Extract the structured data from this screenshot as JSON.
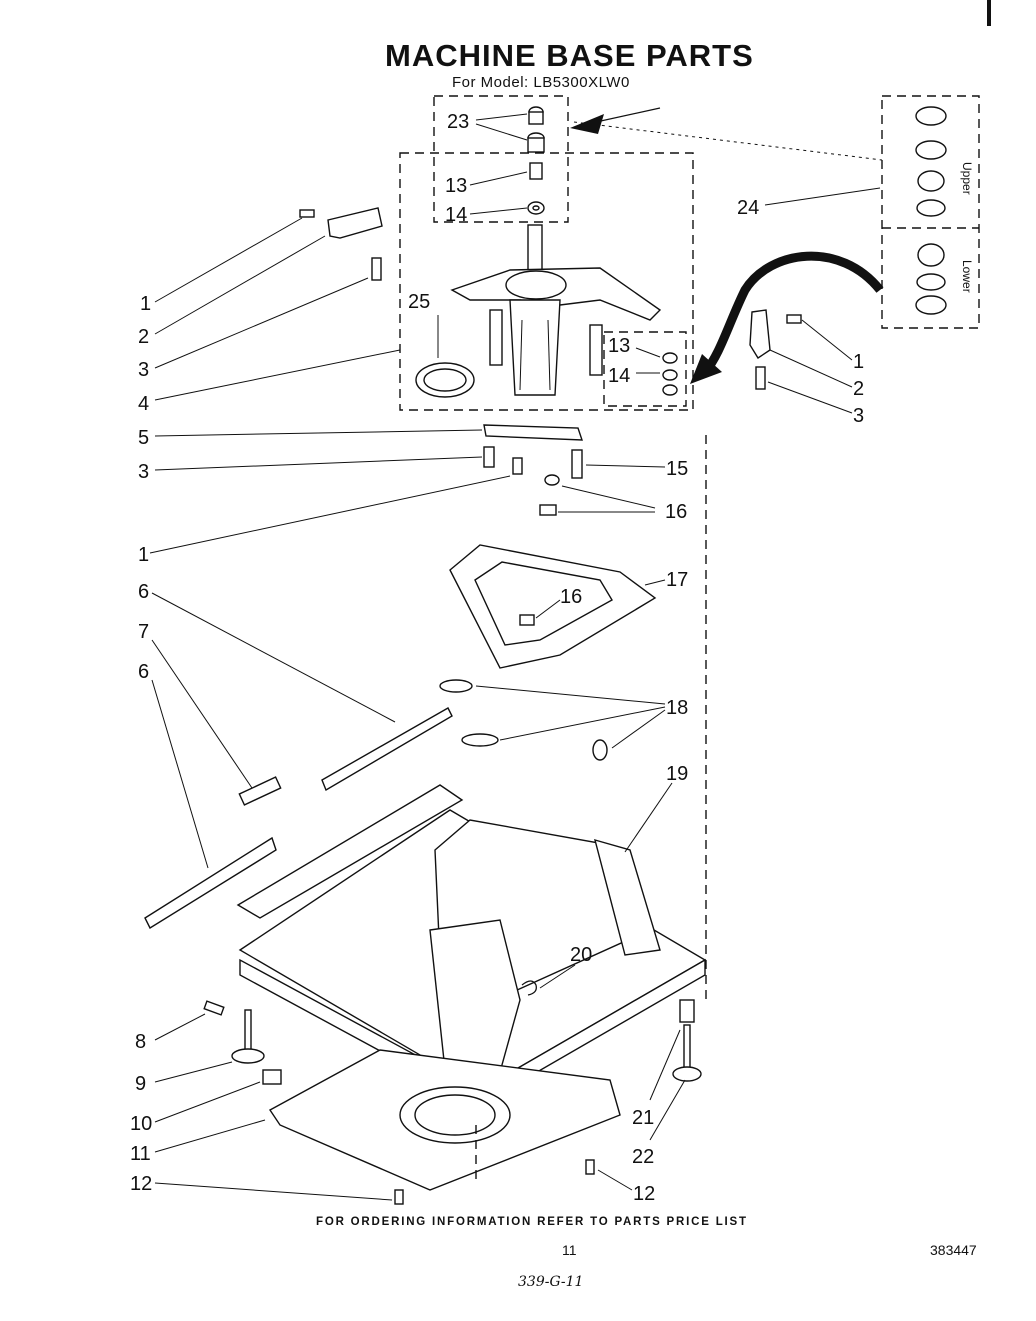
{
  "header": {
    "title": "MACHINE BASE PARTS",
    "subtitle": "For Model: LB5300XLW0"
  },
  "footer": {
    "ordering_note": "FOR ORDERING INFORMATION REFER TO PARTS PRICE LIST",
    "page_number": "11",
    "document_number": "383447",
    "handwritten_code": "339-G-11"
  },
  "bearing_kit": {
    "upper_label": "Upper",
    "lower_label": "Lower"
  },
  "callouts": [
    "23",
    "13",
    "14",
    "24",
    "1",
    "2",
    "3",
    "25",
    "4",
    "13",
    "14",
    "1",
    "2",
    "3",
    "5",
    "3",
    "15",
    "16",
    "1",
    "17",
    "16",
    "6",
    "7",
    "6",
    "18",
    "19",
    "20",
    "8",
    "9",
    "10",
    "11",
    "12",
    "21",
    "22",
    "12"
  ]
}
